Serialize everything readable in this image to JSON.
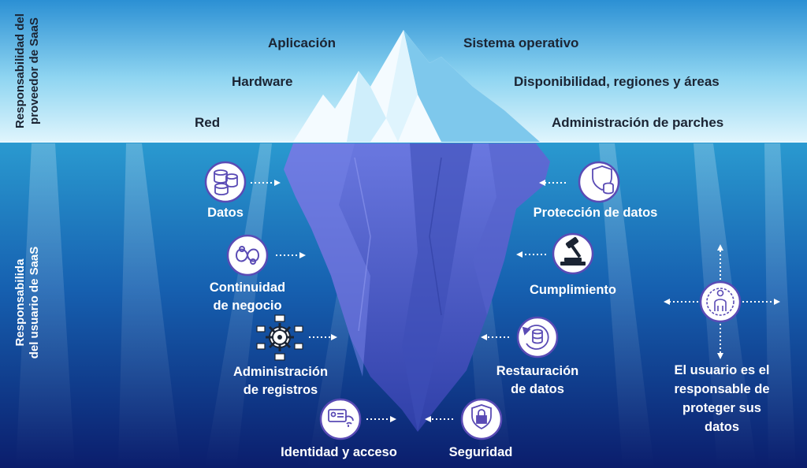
{
  "side_labels": {
    "provider_line1": "Responsabilidad del",
    "provider_line2": "proveedor de SaaS",
    "user_line1": "Responsabilida",
    "user_line2": "del usuario de SaaS"
  },
  "provider_items": {
    "aplicacion": "Aplicación",
    "sistema_operativo": "Sistema operativo",
    "hardware": "Hardware",
    "disponibilidad": "Disponibilidad, regiones y áreas",
    "red": "Red",
    "parches": "Administración de parches"
  },
  "user_items": {
    "datos": "Datos",
    "continuidad_1": "Continuidad",
    "continuidad_2": "de negocio",
    "registros_1": "Administración",
    "registros_2": "de registros",
    "identidad": "Identidad y acceso",
    "proteccion": "Protección de datos",
    "cumplimiento": "Cumplimiento",
    "restauracion_1": "Restauración",
    "restauracion_2": "de datos",
    "seguridad": "Seguridad"
  },
  "user_callout": {
    "line1": "El usuario es el",
    "line2": "responsable de",
    "line3": "proteger sus",
    "line4": "datos"
  },
  "icons": [
    "database-stack-icon",
    "infinity-gears-icon",
    "gear-folders-icon",
    "id-card-fingerprint-icon",
    "shield-database-icon",
    "gavel-icon",
    "database-restore-icon",
    "padlock-shield-icon",
    "user-target-icon"
  ],
  "colors": {
    "sky_top": "#2a8fd2",
    "sky_bottom": "#d4f1fc",
    "water_top": "#1e86c2",
    "water_bottom": "#0c1e6e",
    "iceberg_underwater": "#4c63c8",
    "icon_ring": "#5a4bb5",
    "label_dark": "#1b2433",
    "label_light": "#ffffff"
  }
}
